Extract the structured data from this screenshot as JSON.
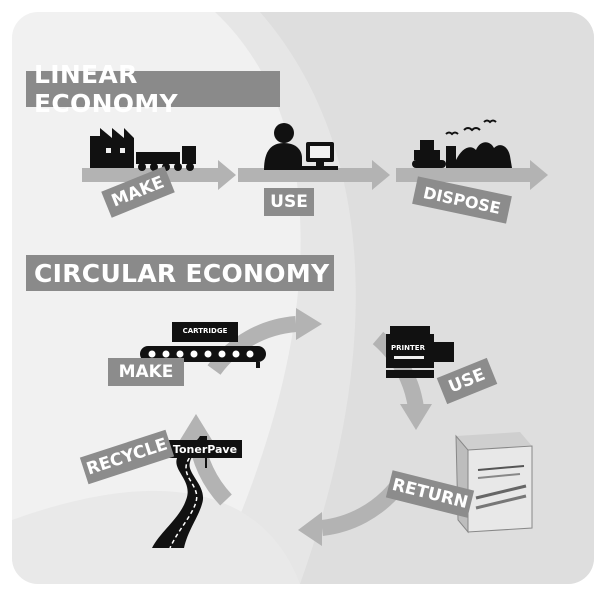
{
  "linear": {
    "title": "LINEAR ECONOMY",
    "steps": [
      {
        "label": "MAKE",
        "icon": "factory-truck-icon"
      },
      {
        "label": "USE",
        "icon": "person-computer-icon"
      },
      {
        "label": "DISPOSE",
        "icon": "landfill-bulldozer-icon"
      }
    ]
  },
  "circular": {
    "title": "CIRCULAR ECONOMY",
    "steps": [
      {
        "label": "MAKE",
        "icon": "conveyor-cartridge-icon",
        "icon_text": "CARTRIDGE"
      },
      {
        "label": "USE",
        "icon": "printer-icon",
        "icon_text": "PRINTER"
      },
      {
        "label": "RETURN",
        "icon": "recycling-box-icon"
      },
      {
        "label": "RECYCLE",
        "icon": "road-icon",
        "icon_text": "TonerPave"
      }
    ]
  },
  "colors": {
    "background": "#ffffff",
    "panel": "#f1f1f1",
    "panel_swirl": "#e2e2e2",
    "label": "#8c8c8c",
    "arrow": "#b3b3b3",
    "icon": "#111111"
  }
}
